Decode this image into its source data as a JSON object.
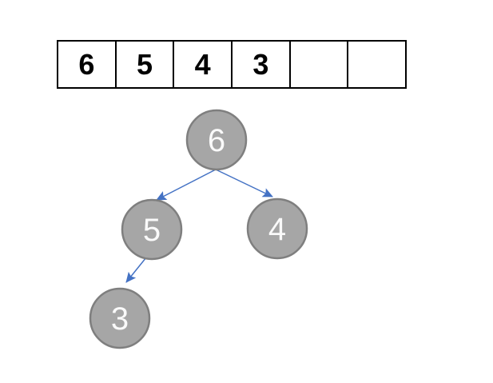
{
  "colors": {
    "background": "#ffffff",
    "array_border": "#000000",
    "array_text": "#000000",
    "node_fill": "#a6a6a6",
    "node_stroke": "#7f7f7f",
    "node_text": "#fafafa",
    "edge": "#4472c4"
  },
  "diagram": {
    "array": {
      "cells": [
        "6",
        "5",
        "4",
        "3",
        "",
        ""
      ]
    },
    "tree": {
      "nodes": [
        {
          "id": "6",
          "label": "6"
        },
        {
          "id": "5",
          "label": "5"
        },
        {
          "id": "4",
          "label": "4"
        },
        {
          "id": "3",
          "label": "3"
        }
      ],
      "edges": [
        {
          "from": "6",
          "to": "5"
        },
        {
          "from": "6",
          "to": "4"
        },
        {
          "from": "5",
          "to": "3"
        }
      ]
    }
  }
}
